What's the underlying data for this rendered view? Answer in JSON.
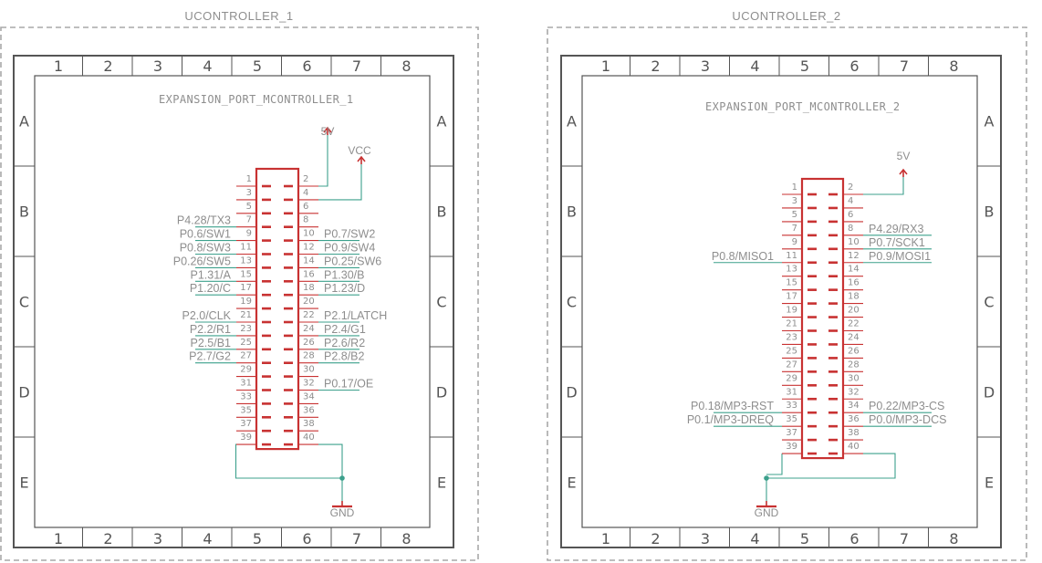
{
  "colors": {
    "frame": "#555555",
    "dashed": "#a8a8a8",
    "pin": "#c83232",
    "wire": "#3ca08c",
    "text": "#8e8e8e"
  },
  "frame": {
    "columns": [
      "1",
      "2",
      "3",
      "4",
      "5",
      "6",
      "7",
      "8"
    ],
    "rows": [
      "A",
      "B",
      "C",
      "D",
      "E"
    ]
  },
  "sheets": [
    {
      "title": "UCONTROLLER_1",
      "port_title": "EXPANSION_PORT_MCONTROLLER_1",
      "header_first_pin_row": 1,
      "power_symbols": [
        {
          "net": "5V",
          "pin": 2
        },
        {
          "net": "VCC",
          "pin": 4
        }
      ],
      "ground": {
        "net": "GND",
        "pins": [
          39,
          40
        ]
      },
      "nets": [
        {
          "pin": 7,
          "label": "P4.28/TX3"
        },
        {
          "pin": 9,
          "label": "P0.6/SW1"
        },
        {
          "pin": 10,
          "label": "P0.7/SW2"
        },
        {
          "pin": 11,
          "label": "P0.8/SW3"
        },
        {
          "pin": 12,
          "label": "P0.9/SW4"
        },
        {
          "pin": 13,
          "label": "P0.26/SW5"
        },
        {
          "pin": 14,
          "label": "P0.25/SW6"
        },
        {
          "pin": 15,
          "label": "P1.31/A"
        },
        {
          "pin": 16,
          "label": "P1.30/B"
        },
        {
          "pin": 17,
          "label": "P1.20/C"
        },
        {
          "pin": 18,
          "label": "P1.23/D"
        },
        {
          "pin": 21,
          "label": "P2.0/CLK"
        },
        {
          "pin": 22,
          "label": "P2.1/LATCH"
        },
        {
          "pin": 23,
          "label": "P2.2/R1"
        },
        {
          "pin": 24,
          "label": "P2.4/G1"
        },
        {
          "pin": 25,
          "label": "P2.5/B1"
        },
        {
          "pin": 26,
          "label": "P2.6/R2"
        },
        {
          "pin": 27,
          "label": "P2.7/G2"
        },
        {
          "pin": 28,
          "label": "P2.8/B2"
        },
        {
          "pin": 32,
          "label": "P0.17/OE"
        }
      ]
    },
    {
      "title": "UCONTROLLER_2",
      "port_title": "EXPANSION_PORT_MCONTROLLER_2",
      "power_symbols": [
        {
          "net": "5V",
          "pin": 2
        }
      ],
      "ground": {
        "net": "GND",
        "pins": [
          39,
          40
        ]
      },
      "nets": [
        {
          "pin": 8,
          "label": "P4.29/RX3"
        },
        {
          "pin": 10,
          "label": "P0.7/SCK1"
        },
        {
          "pin": 11,
          "label": "P0.8/MISO1"
        },
        {
          "pin": 12,
          "label": "P0.9/MOSI1"
        },
        {
          "pin": 33,
          "label": "P0.18/MP3-RST"
        },
        {
          "pin": 34,
          "label": "P0.22/MP3-CS"
        },
        {
          "pin": 35,
          "label": "P0.1/MP3-DREQ"
        },
        {
          "pin": 36,
          "label": "P0.0/MP3-DCS"
        }
      ]
    }
  ],
  "pin_numbers": [
    "1",
    "2",
    "3",
    "4",
    "5",
    "6",
    "7",
    "8",
    "9",
    "10",
    "11",
    "12",
    "13",
    "14",
    "15",
    "16",
    "17",
    "18",
    "19",
    "20",
    "21",
    "22",
    "23",
    "24",
    "25",
    "26",
    "27",
    "28",
    "29",
    "30",
    "31",
    "32",
    "33",
    "34",
    "35",
    "36",
    "37",
    "38",
    "39",
    "40"
  ]
}
